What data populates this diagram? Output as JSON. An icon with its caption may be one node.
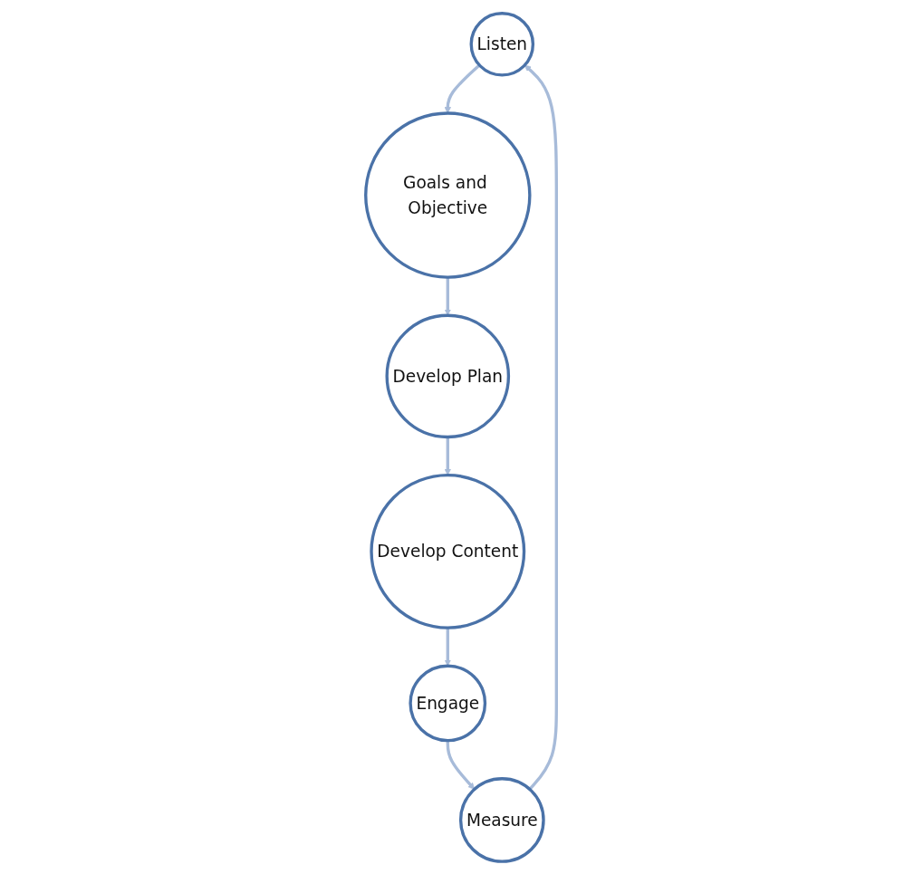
{
  "diagram": {
    "nodes": [
      {
        "text": [
          "Listen"
        ]
      },
      {
        "text": [
          "Goals and Objective"
        ]
      },
      {
        "text": [
          "Develop Plan"
        ]
      },
      {
        "text": [
          "Develop Content"
        ]
      },
      {
        "text": [
          "Engage"
        ]
      },
      {
        "text": [
          "Measure"
        ]
      }
    ],
    "edges": [
      {
        "from": 0,
        "to": 1,
        "arrow": "to"
      },
      {
        "from": 1,
        "to": 2,
        "arrow": "to"
      },
      {
        "from": 2,
        "to": 3,
        "arrow": "to"
      },
      {
        "from": 3,
        "to": 4,
        "arrow": "to"
      },
      {
        "from": 4,
        "to": 5,
        "arrow": "to"
      },
      {
        "from": 5,
        "to": 0,
        "arrow": "to"
      }
    ]
  }
}
